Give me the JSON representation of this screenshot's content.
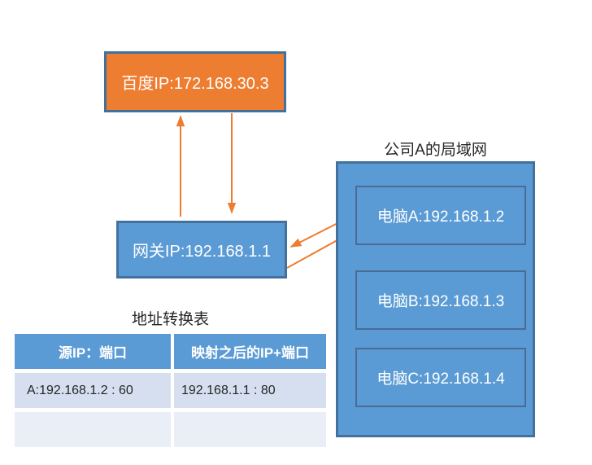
{
  "baidu_box": {
    "label": "百度IP:172.168.30.3"
  },
  "gateway_box": {
    "label": "网关IP:192.168.1.1"
  },
  "lan": {
    "title": "公司A的局域网",
    "computers": [
      {
        "label": "电脑A:192.168.1.2"
      },
      {
        "label": "电脑B:192.168.1.3"
      },
      {
        "label": "电脑C:192.168.1.4"
      }
    ]
  },
  "nat_table": {
    "title": "地址转换表",
    "headers": [
      "源IP：端口",
      "映射之后的IP+端口"
    ],
    "rows": [
      {
        "source": "A:192.168.1.2 : 60",
        "mapped": "192.168.1.1 : 80"
      },
      {
        "source": "",
        "mapped": ""
      }
    ]
  },
  "colors": {
    "accent_orange": "#ED7D31",
    "accent_blue": "#5B9BD5",
    "outer_border_blue": "#41719C",
    "inner_border_blue": "#4A6C94",
    "table_header_fill": "#5B9BD5",
    "table_band_1": "#D6DFF0",
    "table_band_2": "#EAEEF7"
  }
}
